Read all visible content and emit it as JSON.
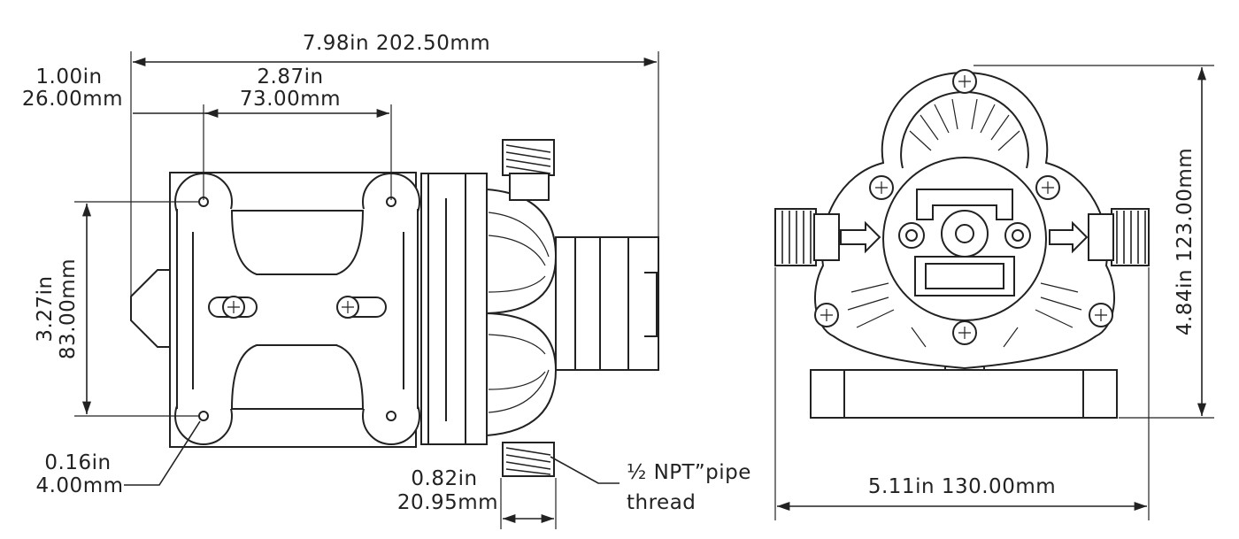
{
  "dimensions": {
    "overall_length": "7.98in  202.50mm",
    "head_offset_in": "1.00in",
    "head_offset_mm": "26.00mm",
    "mount_spacing_in": "2.87in",
    "mount_spacing_mm": "73.00mm",
    "mount_height_in": "3.27in",
    "mount_height_mm": "83.00mm",
    "hole_dia_in": "0.16in",
    "hole_dia_mm": "4.00mm",
    "port_width_in": "0.82in",
    "port_width_mm": "20.95mm",
    "thread_line1": "½ NPT”pipe",
    "thread_line2": "thread",
    "front_width": "5.11in  130.00mm",
    "front_height": "4.84in  123.00mm"
  }
}
